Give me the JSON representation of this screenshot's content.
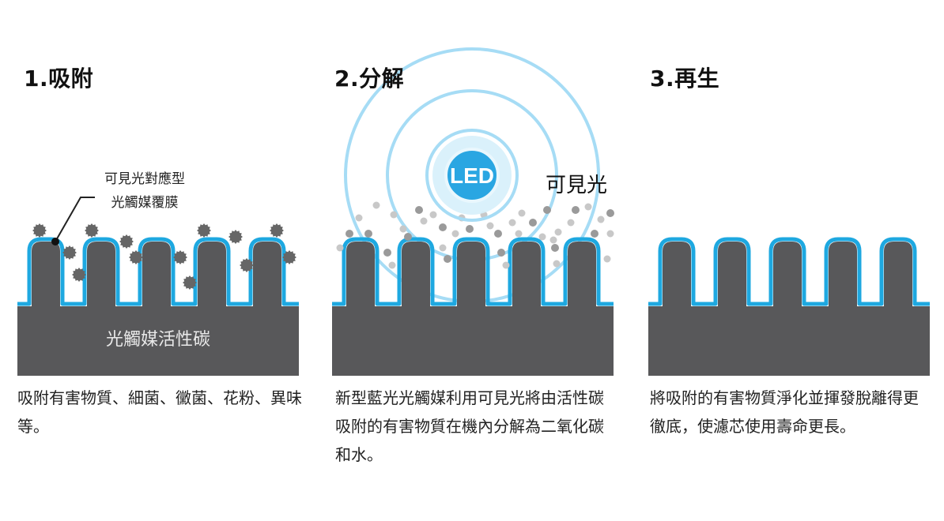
{
  "steps": [
    {
      "title": "1.吸附",
      "description": "吸附有害物質、細菌、黴菌、花粉、異味等。"
    },
    {
      "title": "2.分解",
      "description": "新型藍光光觸媒利用可見光將由活性碳吸附的有害物質在機內分解為二氧化碳和水。"
    },
    {
      "title": "3.再生",
      "description": "將吸附的有害物質淨化並揮發脫離得更徹底，使濾芯使用壽命更長。"
    }
  ],
  "callout": {
    "line1": "可見光對應型",
    "line2": "光觸媒覆膜"
  },
  "base_label": "光觸媒活性碳",
  "led_label": "LED",
  "light_label": "可見光",
  "colors": {
    "carbon": "#58585a",
    "coating": "#1ea8e0",
    "ring": "#a6dcf5",
    "led": "#2aa6e2",
    "particle": "#666666",
    "small_particle": "#c8c8c8"
  }
}
